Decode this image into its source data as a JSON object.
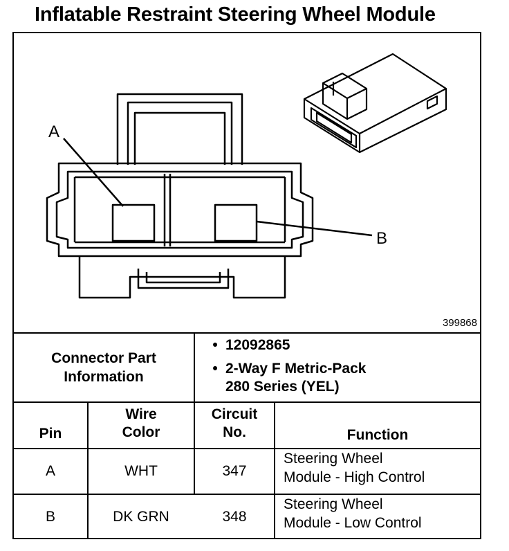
{
  "title": "Inflatable Restraint Steering Wheel Module",
  "figure_number": "399868",
  "labels": {
    "a": "A",
    "b": "B"
  },
  "connector_info": {
    "label_lines": [
      "Connector Part",
      "Information"
    ],
    "bullet_char": "•",
    "items": [
      {
        "lines": [
          "12092865"
        ]
      },
      {
        "lines": [
          "2-Way F Metric-Pack",
          "280 Series (YEL)"
        ]
      }
    ]
  },
  "table": {
    "headers": {
      "pin": [
        "Pin"
      ],
      "wire_color": [
        "Wire",
        "Color"
      ],
      "circuit": [
        "Circuit",
        "No."
      ],
      "function": [
        "Function"
      ]
    },
    "rows": [
      {
        "pin": "A",
        "wire_color": "WHT",
        "circuit": "347",
        "function": [
          "Steering Wheel",
          "Module - High Control"
        ]
      },
      {
        "pin": "B",
        "wire_color": "DK GRN",
        "circuit": "348",
        "function": [
          "Steering Wheel",
          "Module - Low Control"
        ]
      }
    ]
  }
}
